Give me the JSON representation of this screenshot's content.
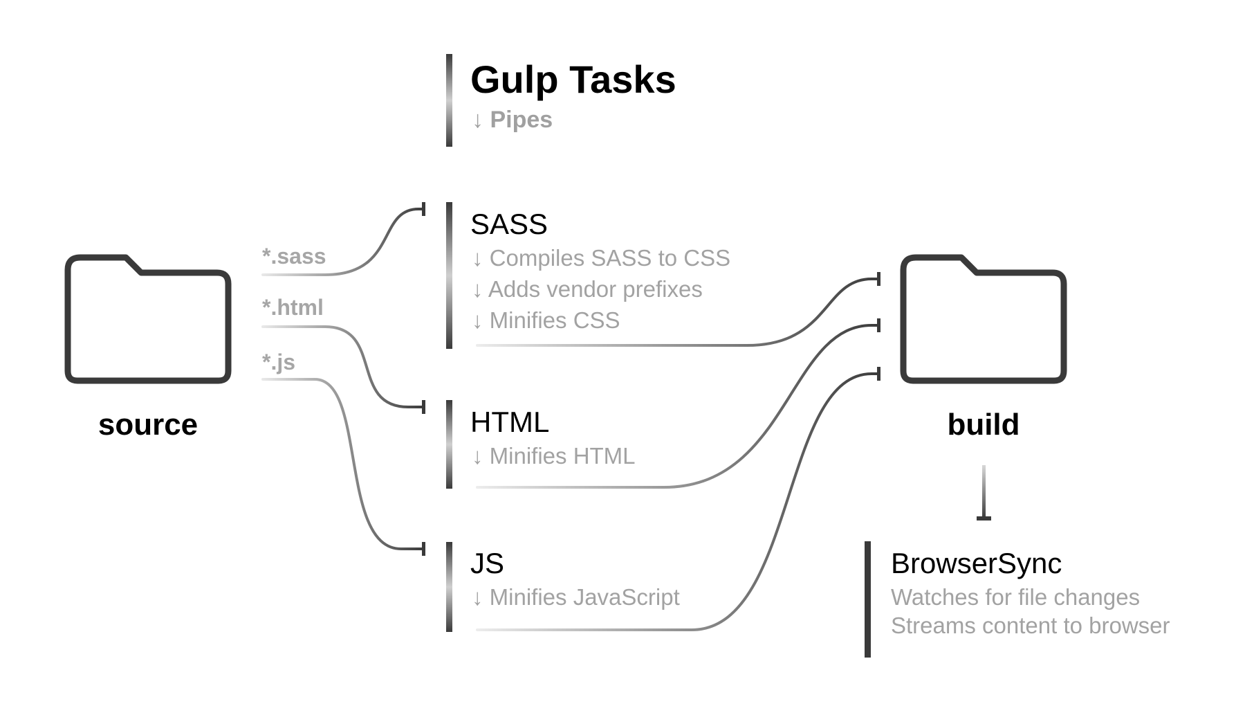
{
  "header": {
    "title": "Gulp Tasks",
    "subtitle": "↓ Pipes"
  },
  "source": {
    "label": "source",
    "icon": "folder-icon"
  },
  "build": {
    "label": "build",
    "icon": "folder-icon"
  },
  "globs": [
    "*.sass",
    "*.html",
    "*.js"
  ],
  "tasks": [
    {
      "name": "SASS",
      "steps": [
        "↓ Compiles SASS to CSS",
        "↓ Adds vendor prefixes",
        "↓ Minifies CSS"
      ]
    },
    {
      "name": "HTML",
      "steps": [
        "↓ Minifies HTML"
      ]
    },
    {
      "name": "JS",
      "steps": [
        "↓ Minifies JavaScript"
      ]
    }
  ],
  "browsersync": {
    "name": "BrowserSync",
    "lines": [
      "Watches for file changes",
      "Streams content to browser"
    ]
  },
  "colors": {
    "ink": "#000000",
    "muted_text": "#a2a2a2",
    "line_dark": "#3a3a3a",
    "line_light": "#e6e6e6"
  }
}
